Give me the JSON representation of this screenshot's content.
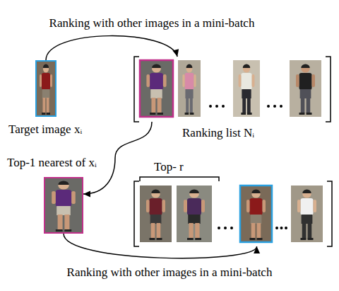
{
  "diagram": {
    "nodes": [
      {
        "text": [
          "Target image xᵢ"
        ]
      },
      {
        "text": [
          "Ranking list Nᵢ"
        ]
      },
      {
        "text": [
          "Top-1 nearest of xᵢ"
        ]
      },
      {
        "text": [
          "Top- r"
        ]
      }
    ],
    "edges": [
      {
        "from": 0,
        "to": 1,
        "arrow": "to",
        "label": "Ranking with other images in a mini-batch"
      },
      {
        "from": 1,
        "to": 2,
        "arrow": "to"
      },
      {
        "from": 2,
        "to": 3,
        "arrow": "to",
        "label": "Ranking with other images in a mini-batch"
      }
    ]
  }
}
